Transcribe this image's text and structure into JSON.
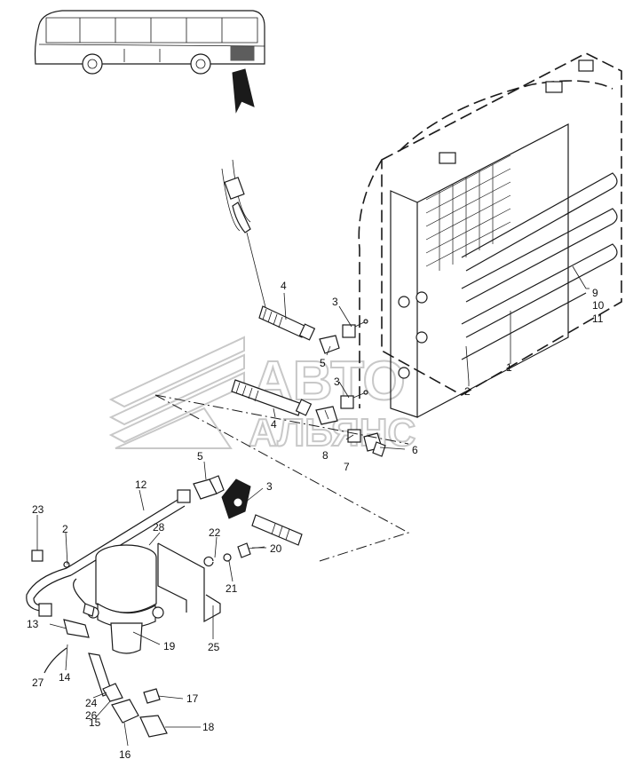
{
  "watermark": {
    "line1": "АВТО",
    "line2": "АЛЬЯНС"
  },
  "callouts": [
    {
      "id": "c1",
      "text": "1"
    },
    {
      "id": "c2a",
      "text": "2"
    },
    {
      "id": "c2b",
      "text": "2"
    },
    {
      "id": "c3a",
      "text": "3"
    },
    {
      "id": "c3b",
      "text": "3"
    },
    {
      "id": "c3c",
      "text": "3"
    },
    {
      "id": "c4a",
      "text": "4"
    },
    {
      "id": "c4b",
      "text": "4"
    },
    {
      "id": "c5a",
      "text": "5"
    },
    {
      "id": "c5b",
      "text": "5"
    },
    {
      "id": "c6",
      "text": "6"
    },
    {
      "id": "c7",
      "text": "7"
    },
    {
      "id": "c8",
      "text": "8"
    },
    {
      "id": "c9",
      "text": "9"
    },
    {
      "id": "c10",
      "text": "10"
    },
    {
      "id": "c11",
      "text": "11"
    },
    {
      "id": "c12",
      "text": "12"
    },
    {
      "id": "c13",
      "text": "13"
    },
    {
      "id": "c14",
      "text": "14"
    },
    {
      "id": "c15",
      "text": "15"
    },
    {
      "id": "c16",
      "text": "16"
    },
    {
      "id": "c17",
      "text": "17"
    },
    {
      "id": "c18",
      "text": "18"
    },
    {
      "id": "c19",
      "text": "19"
    },
    {
      "id": "c20",
      "text": "20"
    },
    {
      "id": "c21",
      "text": "21"
    },
    {
      "id": "c22",
      "text": "22"
    },
    {
      "id": "c23",
      "text": "23"
    },
    {
      "id": "c24",
      "text": "24"
    },
    {
      "id": "c25",
      "text": "25"
    },
    {
      "id": "c26",
      "text": "26"
    },
    {
      "id": "c27",
      "text": "27"
    },
    {
      "id": "c28",
      "text": "28"
    }
  ]
}
